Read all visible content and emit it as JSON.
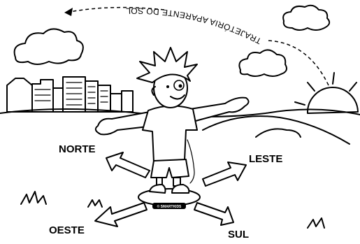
{
  "title": "TRAJETÓRIA APARENTE DO SOL",
  "directions": {
    "north": "NORTE",
    "south": "SUL",
    "east": "LESTE",
    "west": "OESTE"
  },
  "credit": "© SMARTKIDS",
  "colors": {
    "ink": "#000000",
    "paper": "#ffffff"
  },
  "icons": [
    "sun-icon",
    "cloud-icon",
    "city-skyline-icon",
    "boy-icon",
    "direction-arrow-icon",
    "grass-tuft-icon"
  ]
}
